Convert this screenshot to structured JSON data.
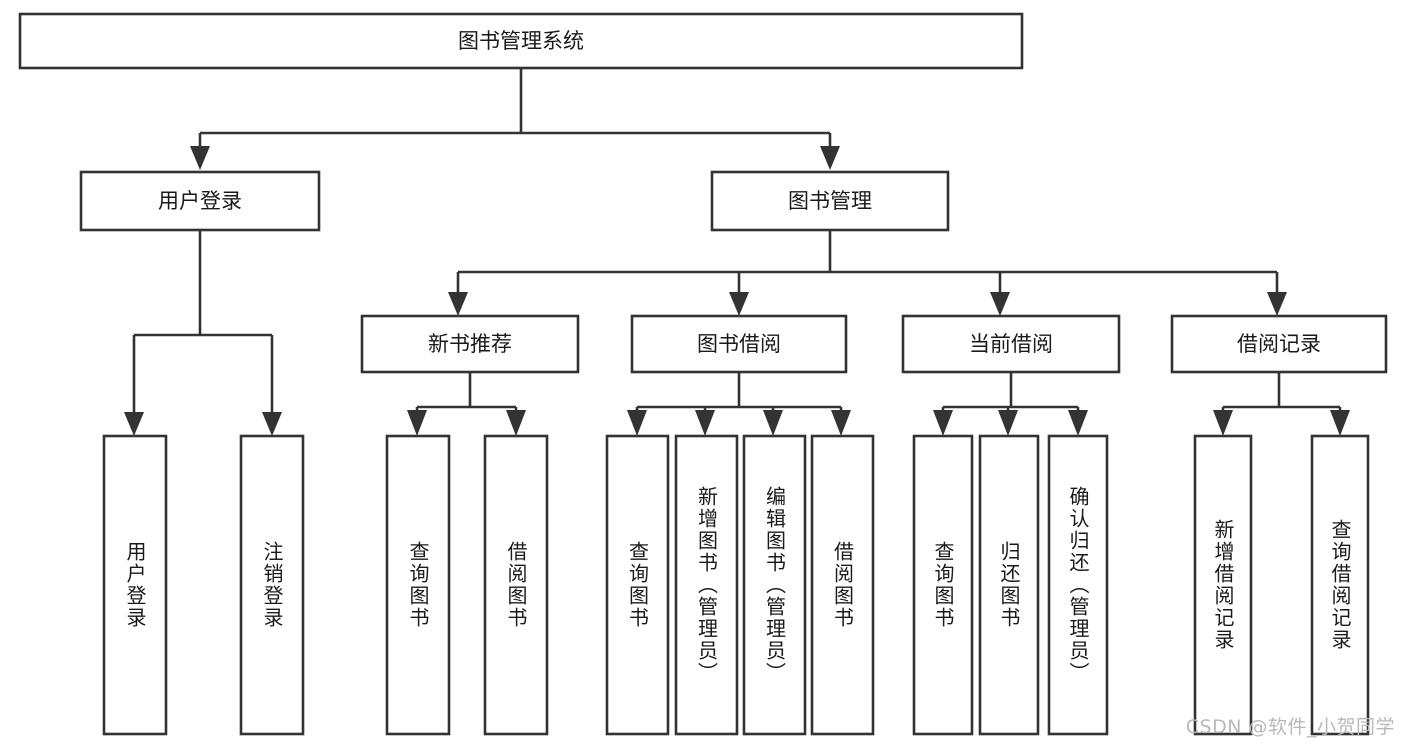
{
  "diagram": {
    "type": "tree-hierarchy",
    "title": "图书管理系统",
    "watermark": "CSDN @软件_小贺同学",
    "colors": {
      "stroke": "#333333",
      "box_fill": "#ffffff",
      "text": "#1a1a1a",
      "background": "#ffffff",
      "watermark": "#b9b9b9"
    },
    "root": {
      "id": "root",
      "label": "图书管理系统",
      "orientation": "horizontal"
    },
    "level2": [
      {
        "id": "user-login",
        "label": "用户登录",
        "orientation": "horizontal"
      },
      {
        "id": "book-management",
        "label": "图书管理",
        "orientation": "horizontal"
      }
    ],
    "level3": [
      {
        "id": "new-book-recommend",
        "label": "新书推荐",
        "orientation": "horizontal",
        "parent": "book-management"
      },
      {
        "id": "book-borrow",
        "label": "图书借阅",
        "orientation": "horizontal",
        "parent": "book-management"
      },
      {
        "id": "current-borrow",
        "label": "当前借阅",
        "orientation": "horizontal",
        "parent": "book-management"
      },
      {
        "id": "borrow-record",
        "label": "借阅记录",
        "orientation": "horizontal",
        "parent": "book-management"
      }
    ],
    "leaves": [
      {
        "id": "leaf-user-login",
        "label": "用户登录",
        "orientation": "vertical",
        "parent": "user-login"
      },
      {
        "id": "leaf-logout-login",
        "label": "注销登录",
        "orientation": "vertical",
        "parent": "user-login"
      },
      {
        "id": "leaf-query-book-1",
        "label": "查询图书",
        "orientation": "vertical",
        "parent": "new-book-recommend"
      },
      {
        "id": "leaf-borrow-book-1",
        "label": "借阅图书",
        "orientation": "vertical",
        "parent": "new-book-recommend"
      },
      {
        "id": "leaf-query-book-2",
        "label": "查询图书",
        "orientation": "vertical",
        "parent": "book-borrow"
      },
      {
        "id": "leaf-add-book-admin",
        "label": "新增图书（管理员）",
        "orientation": "vertical",
        "parent": "book-borrow"
      },
      {
        "id": "leaf-edit-book-admin",
        "label": "编辑图书（管理员）",
        "orientation": "vertical",
        "parent": "book-borrow"
      },
      {
        "id": "leaf-borrow-book-2",
        "label": "借阅图书",
        "orientation": "vertical",
        "parent": "book-borrow"
      },
      {
        "id": "leaf-query-book-3",
        "label": "查询图书",
        "orientation": "vertical",
        "parent": "current-borrow"
      },
      {
        "id": "leaf-return-book",
        "label": "归还图书",
        "orientation": "vertical",
        "parent": "current-borrow"
      },
      {
        "id": "leaf-confirm-return-admin",
        "label": "确认归还（管理员）",
        "orientation": "vertical",
        "parent": "current-borrow"
      },
      {
        "id": "leaf-add-borrow-record",
        "label": "新增借阅记录",
        "orientation": "vertical",
        "parent": "borrow-record"
      },
      {
        "id": "leaf-query-borrow-record",
        "label": "查询借阅记录",
        "orientation": "vertical",
        "parent": "borrow-record"
      }
    ]
  }
}
